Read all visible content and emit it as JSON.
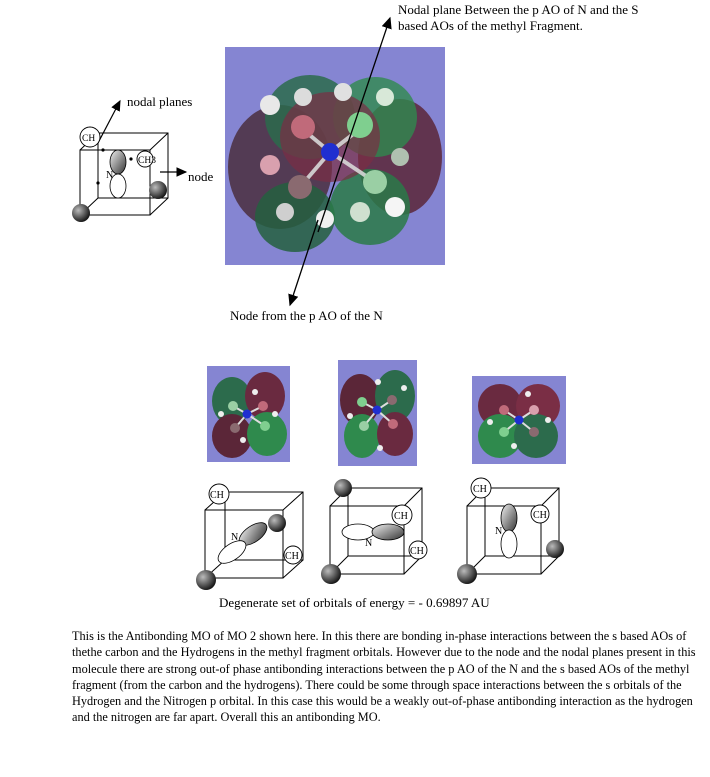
{
  "annotations": {
    "nodal_plane_between": "Nodal plane Between the p AO of N and the S based AOs of the methyl Fragment.",
    "node_from_p": "Node from the p AO of the N",
    "nodal_planes": "nodal planes",
    "node": "node",
    "degenerate": "Degenerate set of orbitals of energy = - 0.69897 AU"
  },
  "labels": {
    "ch": "CH",
    "ch3": "CH3",
    "sub3": "3",
    "n": "N"
  },
  "paragraph": "This is the Antibonding MO of MO 2 shown here. In this there are bonding in-phase interactions between the s based AOs of thethe carbon and the Hydrogens in the methyl fragment orbitals. However due to the node and the nodal planes present in this molecule there are strong out-of phase antibonding interactions between the p AO of the N and the s based AOs of the methyl fragment (from the carbon and the hydrogens). There could be some through space interactions between the s orbitals of the Hydrogen and the Nitrogen p orbital. In this case this would be a weakly out-of-phase antibonding interaction as the hydrogen and the nitrogen are far apart. Overall this an antibonding MO.",
  "colors": {
    "panel_bg": "#8585d2",
    "lobe_green": "#2f8a4d",
    "lobe_maroon": "#7a2e45",
    "nitrogen": "#1f2fd0"
  }
}
